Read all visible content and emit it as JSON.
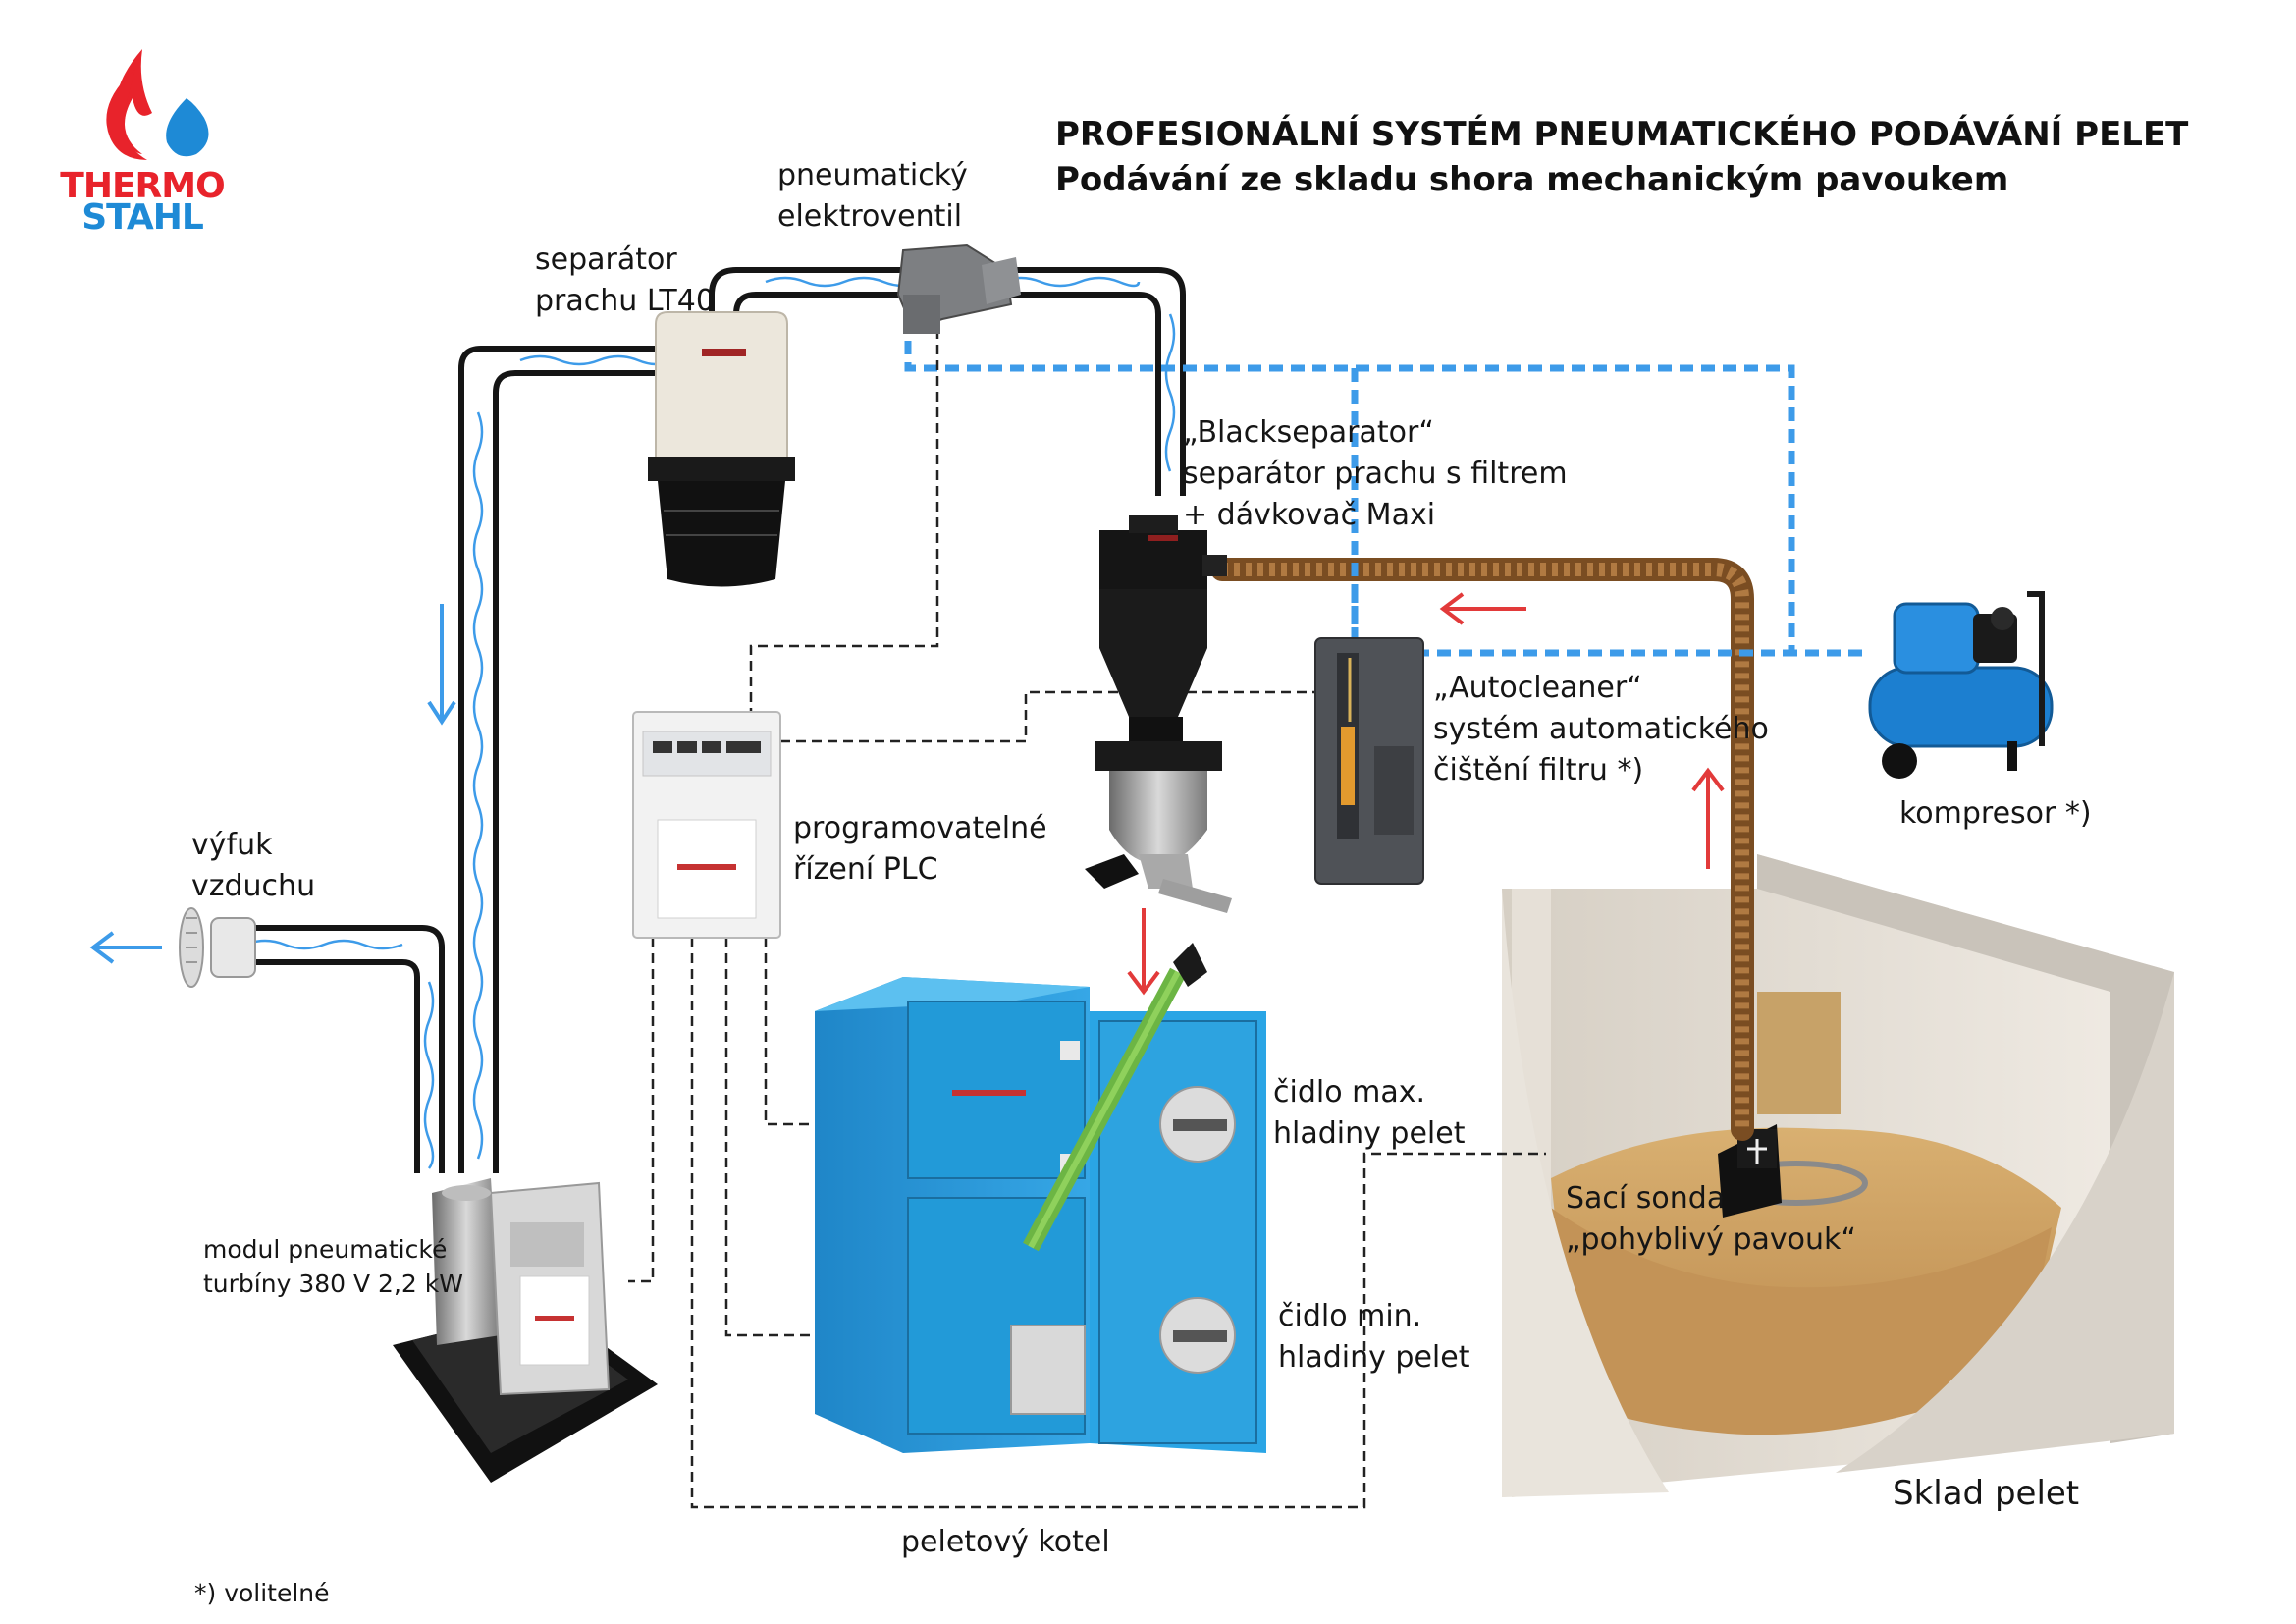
{
  "logo": {
    "line1": "THERMO",
    "line2": "STAHL",
    "color_red": "#e8232b",
    "color_blue": "#1e8ad6"
  },
  "title": {
    "line1": "PROFESIONÁLNÍ SYSTÉM PNEUMATICKÉHO PODÁVÁNÍ PELET",
    "line2": "Podávání ze skladu shora mechanickým pavoukem"
  },
  "labels": {
    "elektroventil": [
      "pneumatický",
      "elektroventil"
    ],
    "separator": [
      "separátor",
      "prachu LT40"
    ],
    "blackseparator": [
      "„Blackseparator“",
      "separátor prachu s filtrem",
      "+ dávkovač Maxi"
    ],
    "autocleaner": [
      "„Autocleaner“",
      "systém automatického",
      "čištění filtru *)"
    ],
    "kompresor": "kompresor *)",
    "vyfuk": [
      "výfuk",
      "vzduchu"
    ],
    "plc": [
      "programovatelné",
      "řízení PLC"
    ],
    "cidlo_max": [
      "čidlo max.",
      "hladiny pelet"
    ],
    "cidlo_min": [
      "čidlo min.",
      "hladiny pelet"
    ],
    "turbina": [
      "modul pneumatické",
      "turbíny 380 V 2,2 kW"
    ],
    "sonda": [
      "Sací sonda",
      "„pohyblivý pavouk“"
    ],
    "kotel": "peletový kotel",
    "sklad": "Sklad pelet",
    "poznamka": "*) volitelné"
  },
  "colors": {
    "pipe": "#1a1a1a",
    "air_flow": "#2f8fe0",
    "air_line": "#3d9be9",
    "pellet_flow": "#e23a3a",
    "boiler": "#2a9ad9",
    "pellet_pipe": "#8b5a2b"
  }
}
